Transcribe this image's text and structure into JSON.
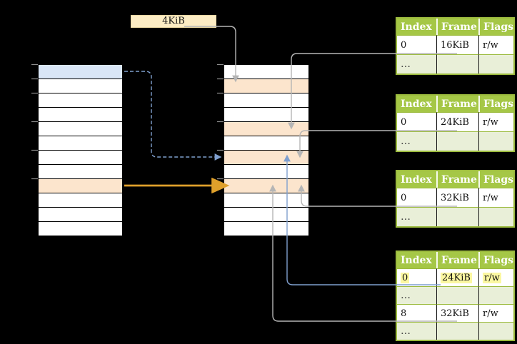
{
  "badge": {
    "label": "4KiB"
  },
  "virtual_memory": {
    "rows": [
      "blue",
      "white",
      "white",
      "white",
      "white",
      "white",
      "white",
      "white",
      "orange",
      "white",
      "white",
      "white"
    ]
  },
  "physical_memory": {
    "rows": [
      "white",
      "orange",
      "white",
      "white",
      "orange",
      "white",
      "orange",
      "white",
      "orange",
      "white",
      "white",
      "white"
    ]
  },
  "page_tables": [
    {
      "columns": [
        "Index",
        "Frame",
        "Flags"
      ],
      "rows": [
        {
          "cells": [
            "0",
            "16KiB",
            "r/w"
          ],
          "ellipsis": false,
          "highlight": false
        },
        {
          "cells": [
            "…",
            "",
            ""
          ],
          "ellipsis": true,
          "highlight": false
        }
      ]
    },
    {
      "columns": [
        "Index",
        "Frame",
        "Flags"
      ],
      "rows": [
        {
          "cells": [
            "0",
            "24KiB",
            "r/w"
          ],
          "ellipsis": false,
          "highlight": false
        },
        {
          "cells": [
            "…",
            "",
            ""
          ],
          "ellipsis": true,
          "highlight": false
        }
      ]
    },
    {
      "columns": [
        "Index",
        "Frame",
        "Flags"
      ],
      "rows": [
        {
          "cells": [
            "0",
            "32KiB",
            "r/w"
          ],
          "ellipsis": false,
          "highlight": false
        },
        {
          "cells": [
            "…",
            "",
            ""
          ],
          "ellipsis": true,
          "highlight": false
        }
      ]
    },
    {
      "columns": [
        "Index",
        "Frame",
        "Flags"
      ],
      "rows": [
        {
          "cells": [
            "0",
            "24KiB",
            "r/w"
          ],
          "ellipsis": false,
          "highlight": true
        },
        {
          "cells": [
            "…",
            "",
            ""
          ],
          "ellipsis": true,
          "highlight": false
        },
        {
          "cells": [
            "8",
            "32KiB",
            "r/w"
          ],
          "ellipsis": false,
          "highlight": false
        },
        {
          "cells": [
            "…",
            "",
            ""
          ],
          "ellipsis": true,
          "highlight": false
        }
      ]
    }
  ],
  "colors": {
    "header_green": "#a5c746",
    "row_green": "#e9efd8",
    "border_green": "#9cbb3e",
    "row_orange": "#fce5cd",
    "row_blue": "#d9e6f7",
    "badge_cream": "#fcecc4",
    "highlight_yellow": "#fbf7a2",
    "line_gray": "#b5b5b5",
    "line_blue": "#7f9fce",
    "line_orange": "#dfa02b",
    "bg": "#000000"
  }
}
